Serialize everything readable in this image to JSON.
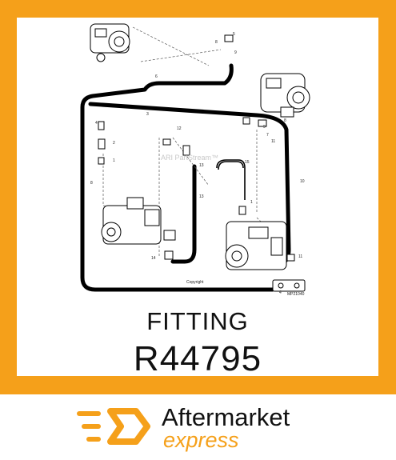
{
  "diagram": {
    "callouts": [
      "1",
      "2",
      "3",
      "4",
      "5",
      "6",
      "7",
      "8",
      "9",
      "10",
      "11",
      "12",
      "13",
      "14",
      "15"
    ],
    "figure_code": "MP21040",
    "watermark": "ARI PartStream™",
    "copyright": "Copyright"
  },
  "product": {
    "name": "FITTING",
    "part_number": "R44795"
  },
  "brand": {
    "line1": "Aftermarket",
    "line2": "express",
    "accent_color": "#f5a01a"
  }
}
